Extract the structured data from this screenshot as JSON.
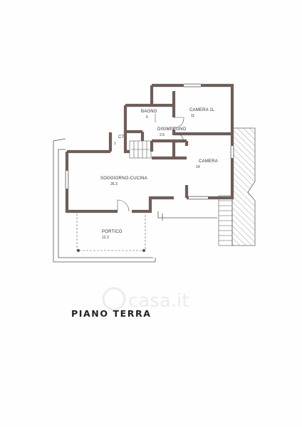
{
  "floor_title": "PIANO TERRA",
  "watermark": "casa.it",
  "colors": {
    "wall": "#6f5e58",
    "line": "#555555",
    "hatch": "#777777",
    "watermark": "#ececec"
  },
  "rooms": [
    {
      "name": "BAGNO",
      "area": "5"
    },
    {
      "name": "CAMERA 1L",
      "area": "11"
    },
    {
      "name": "DISIMPEGNO",
      "area": "2.5"
    },
    {
      "name": "CT",
      "area": "1"
    },
    {
      "name": "CAMERA",
      "area": "14"
    },
    {
      "name": "SOGGIORNO-CUCINA",
      "area": "26.3"
    },
    {
      "name": "PORTICO",
      "area": "12.3"
    }
  ]
}
